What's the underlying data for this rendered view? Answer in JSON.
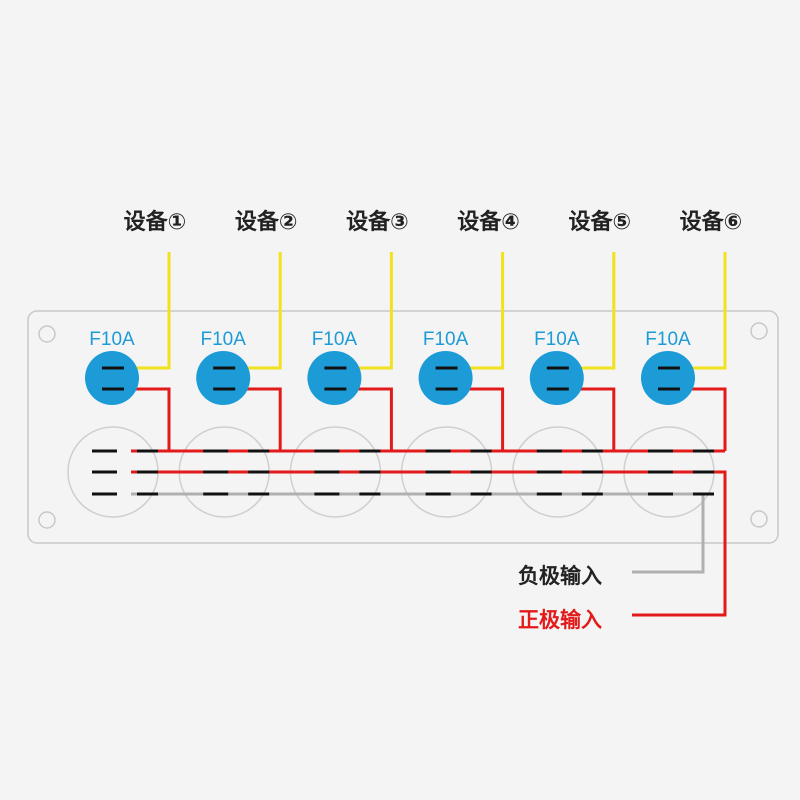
{
  "colors": {
    "background": "#f4f4f4",
    "panel_stroke": "#c8c8c8",
    "fuse_fill": "#1d9bd6",
    "fuse_text": "#1d9bd6",
    "device_wire": "#f2e21c",
    "positive_wire": "#e31a1a",
    "negative_wire": "#b0b0b0",
    "terminal": "#111111",
    "switch_stroke": "#cfcfcf",
    "label_text": "#222222"
  },
  "devices": [
    {
      "label": "设备①",
      "fuse": "F10A"
    },
    {
      "label": "设备②",
      "fuse": "F10A"
    },
    {
      "label": "设备③",
      "fuse": "F10A"
    },
    {
      "label": "设备④",
      "fuse": "F10A"
    },
    {
      "label": "设备⑤",
      "fuse": "F10A"
    },
    {
      "label": "设备⑥",
      "fuse": "F10A"
    }
  ],
  "legend": {
    "negative_label": "负极输入",
    "positive_label": "正极输入"
  }
}
